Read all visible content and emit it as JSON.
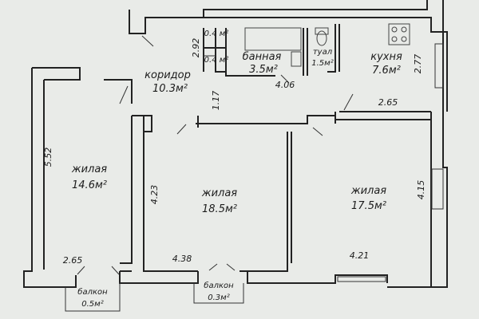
{
  "rooms": {
    "koridor": {
      "name": "коридор",
      "area": "10.3м²"
    },
    "bannaya": {
      "name": "банная",
      "area": "3.5м²"
    },
    "tualet": {
      "name": "туал",
      "area": "1.5м²"
    },
    "kuhnya": {
      "name": "кухня",
      "area": "7.6м²"
    },
    "zhilaya1": {
      "name": "жилая",
      "area": "14.6м²"
    },
    "zhilaya2": {
      "name": "жилая",
      "area": "18.5м²"
    },
    "zhilaya3": {
      "name": "жилая",
      "area": "17.5м²"
    },
    "balkon1": {
      "name": "балкон",
      "area": "0.5м²"
    },
    "balkon2": {
      "name": "балкон",
      "area": "0.3м²"
    },
    "closet1": {
      "area": "0.4 м²"
    },
    "closet2": {
      "area": "0.4 м²"
    }
  },
  "dimensions": {
    "d292": "2.92",
    "d406": "4.06",
    "d277": "2.77",
    "d265a": "2.65",
    "d117": "1.17",
    "d552": "5.52",
    "d423": "4.23",
    "d415": "4.15",
    "d265b": "2.65",
    "d438": "4.38",
    "d421": "4.21"
  },
  "colors": {
    "background": "#e9ebe8",
    "lines": "#222222"
  }
}
